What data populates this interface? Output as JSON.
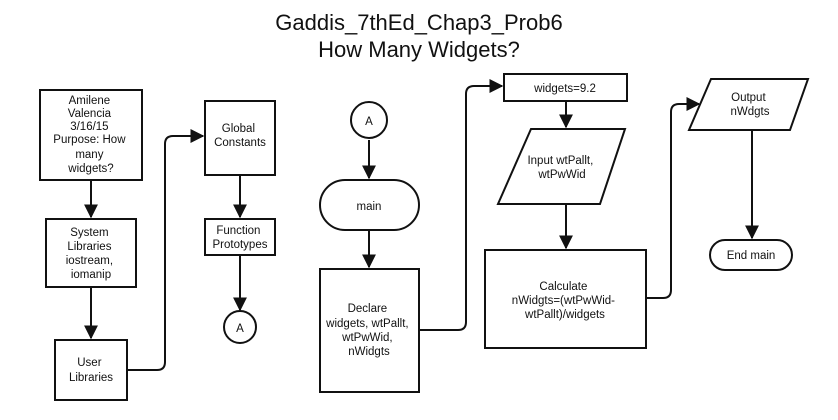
{
  "title": {
    "line1": "Gaddis_7thEd_Chap3_Prob6",
    "line2": "How Many Widgets?"
  },
  "nodes": {
    "header_comment": [
      "Amilene",
      "Valencia",
      "3/16/15",
      "Purpose: How",
      "many",
      "widgets?"
    ],
    "system_libraries": [
      "System",
      "Libraries",
      "iostream,",
      "iomanip"
    ],
    "user_libraries": [
      "User",
      "Libraries"
    ],
    "global_constants": [
      "Global",
      "Constants"
    ],
    "function_prototypes": [
      "Function",
      "Prototypes"
    ],
    "connector_out": [
      "A"
    ],
    "connector_in": [
      "A"
    ],
    "main": [
      "main"
    ],
    "declare": [
      "Declare",
      "widgets, wtPallt,",
      "wtPwWid,",
      "nWidgts"
    ],
    "assign_widgets": [
      "widgets=9.2"
    ],
    "input": [
      "Input wtPallt,",
      "wtPwWid"
    ],
    "calculate": [
      "Calculate",
      "nWidgts=(wtPwWid-",
      "wtPallt)/widgets"
    ],
    "output": [
      "Output",
      "nWdgts"
    ],
    "end_main": [
      "End main"
    ]
  }
}
